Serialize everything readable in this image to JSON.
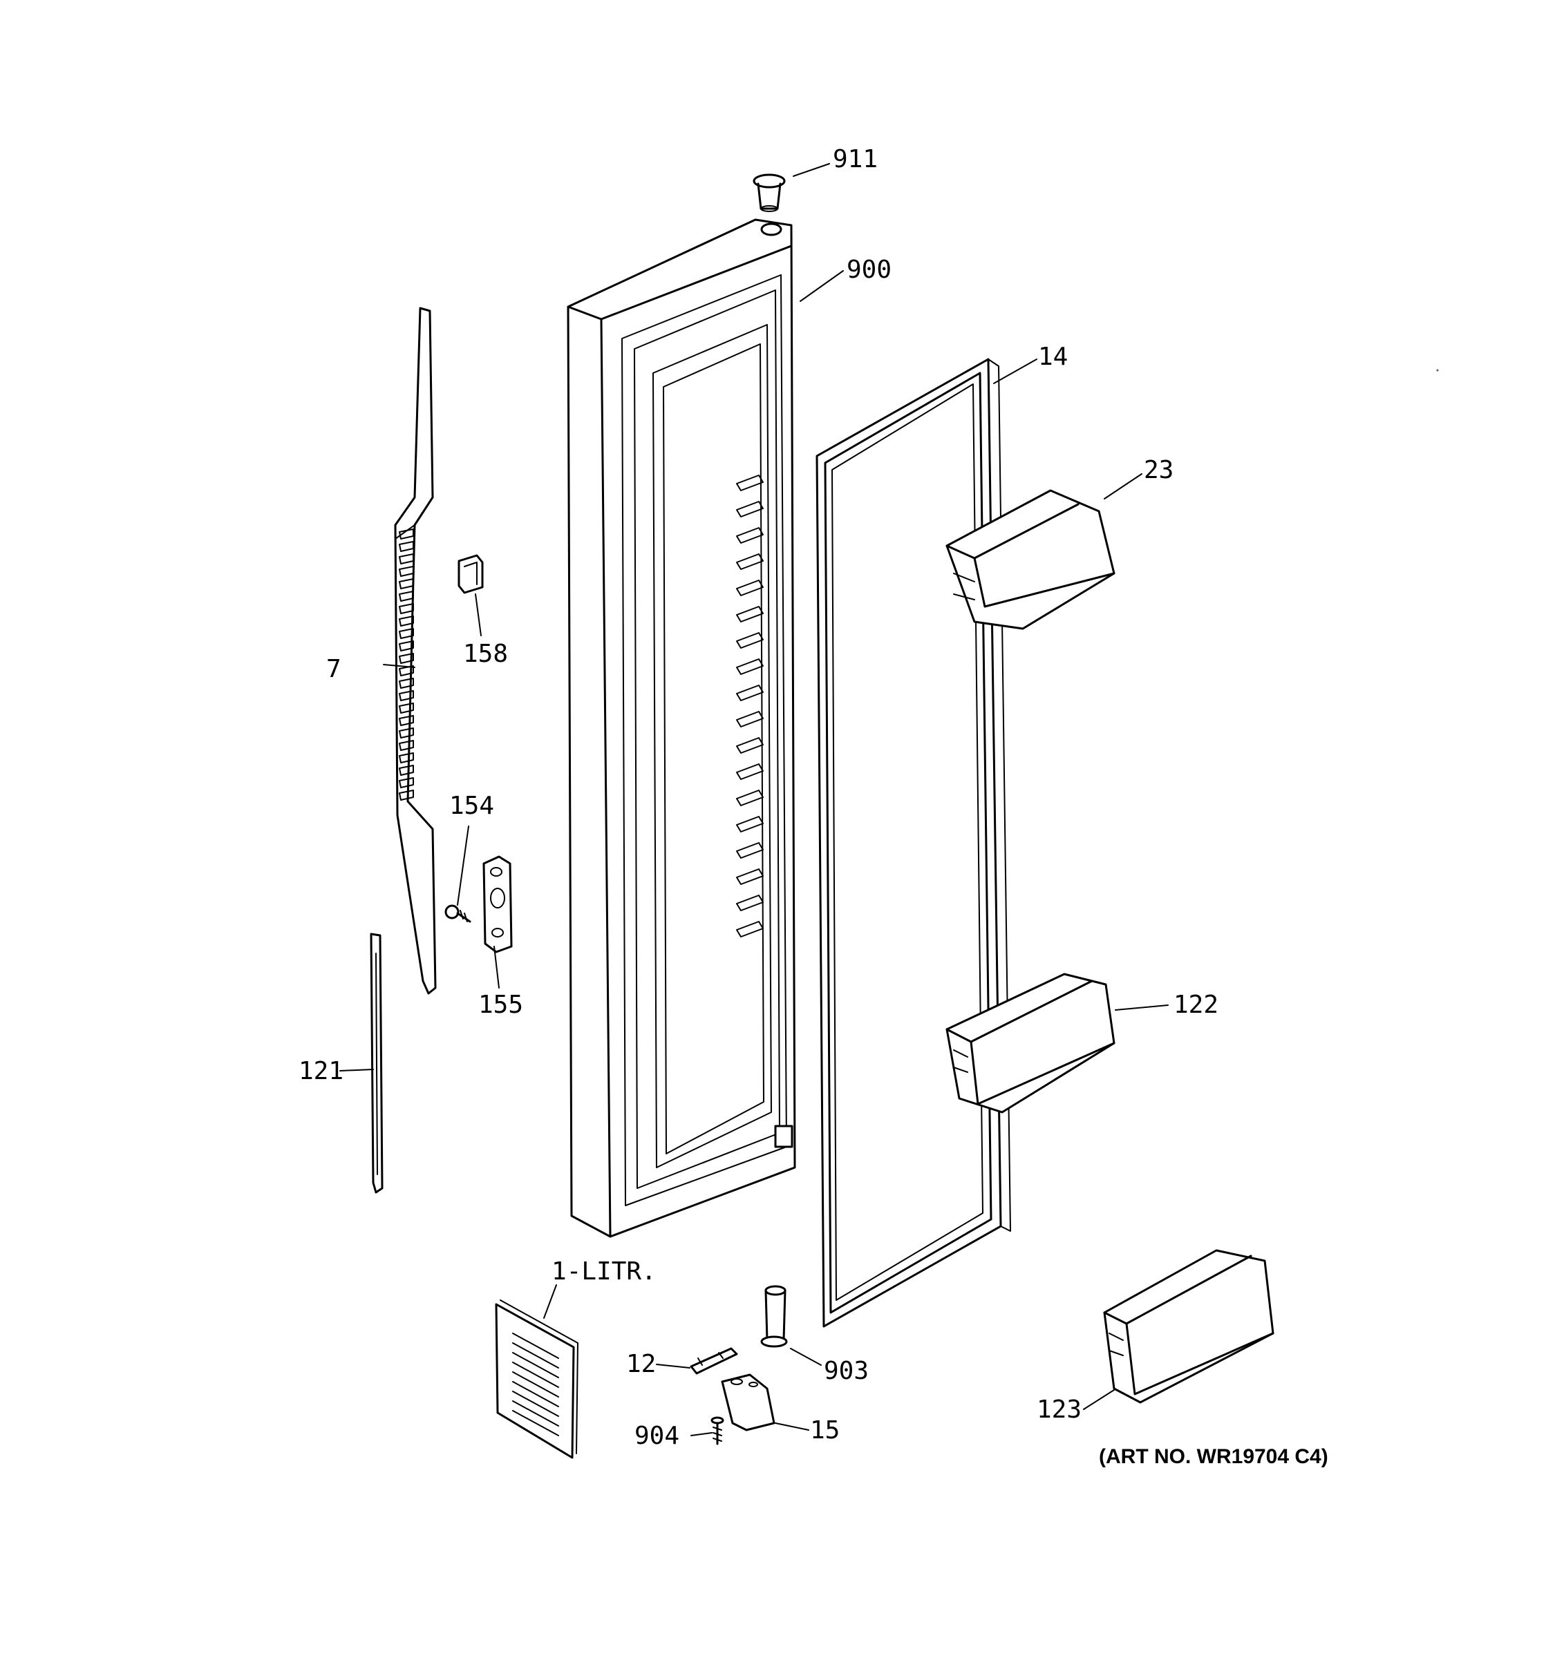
{
  "labels": {
    "p911": "911",
    "p900": "900",
    "p14": "14",
    "p23": "23",
    "p7": "7",
    "p158": "158",
    "p154": "154",
    "p155": "155",
    "p121": "121",
    "p122": "122",
    "p1litr": "1-LITR.",
    "p12": "12",
    "p903": "903",
    "p904": "904",
    "p15": "15",
    "p123": "123"
  },
  "art_number": "(ART NO. WR19704 C4)"
}
